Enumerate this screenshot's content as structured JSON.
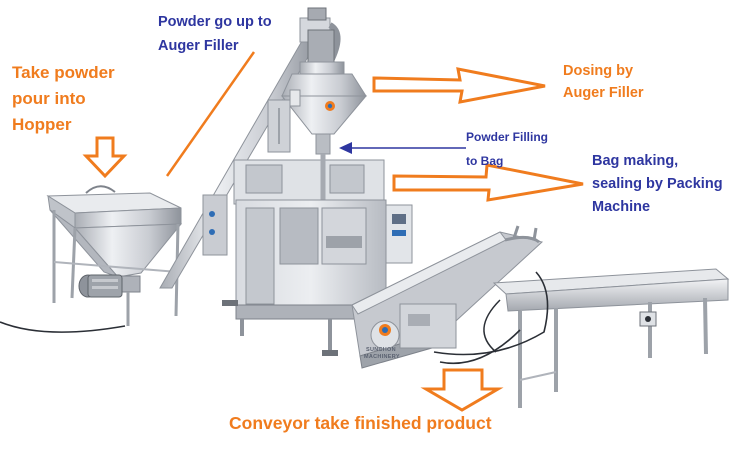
{
  "labels": {
    "take_powder_line1": "Take powder",
    "take_powder_line2": "pour into",
    "take_powder_line3": "Hopper",
    "powder_up_line1": "Powder go up to",
    "powder_up_line2": "Auger Filler",
    "dosing_line1": "Dosing by",
    "dosing_line2": "Auger Filler",
    "filling_line1": "Powder Filling",
    "filling_line2": "to Bag",
    "bag_making_line1": "Bag making,",
    "bag_making_line2": "sealing by Packing",
    "bag_making_line3": "Machine",
    "conveyor": "Conveyor take finished product"
  },
  "brand": {
    "line1": "SUNCHON",
    "line2": "MACHINERY"
  },
  "colors": {
    "orange_label": "#F07C1E",
    "blue_label": "#2E36A0",
    "arrow_outline": "#F07C1E",
    "pointer_arrow": "#2E36A0",
    "steel": "#C9CCD2",
    "steel_dark": "#8E939B",
    "logo_orange": "#F07C1E",
    "logo_blue": "#2E6DB5"
  }
}
